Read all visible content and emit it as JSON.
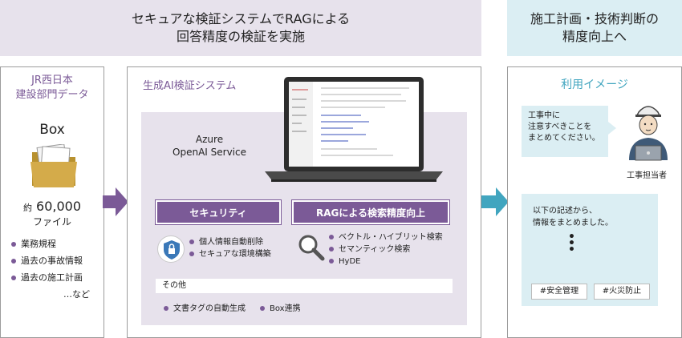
{
  "banner_left": "セキュアな検証システムでRAGによる\n回答精度の検証を実施",
  "banner_right": "施工計画・技術判断の\n精度向上へ",
  "source": {
    "title": "JR西日本\n建設部門データ",
    "box_label": "Box",
    "count_prefix": "約",
    "count_value": "60,000",
    "count_unit": "ファイル",
    "items": [
      "業務規程",
      "過去の事故情報",
      "過去の施工計画"
    ],
    "etc": "…など"
  },
  "system": {
    "title": "生成AI検証システム",
    "azure_label": "Azure\nOpenAI Service",
    "security": {
      "label": "セキュリティ",
      "items": [
        "個人情報自動削除",
        "セキュアな環境構築"
      ]
    },
    "rag": {
      "label": "RAGによる検索精度向上",
      "items": [
        "ベクトル・ハイブリット検索",
        "セマンティック検索",
        "HyDE"
      ]
    },
    "other": {
      "label": "その他",
      "items": [
        "文書タグの自動生成",
        "Box連携"
      ]
    }
  },
  "usage": {
    "title": "利用イメージ",
    "question": "工事中に\n注意すべきことを\nまとめてください。",
    "person": "工事担当者",
    "answer": "以下の記述から、\n情報をまとめました。",
    "dots": "•\n•\n•",
    "tags": [
      "#安全管理",
      "#火災防止"
    ]
  },
  "colors": {
    "purple": "#7b5a97",
    "light_purple": "#e7e2ec",
    "blue": "#41a5bf",
    "light_blue": "#dbeef3"
  }
}
